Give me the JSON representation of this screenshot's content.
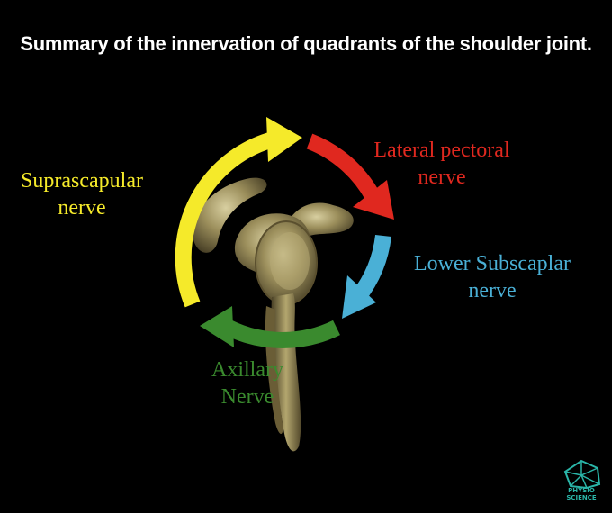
{
  "title": "Summary of the innervation of quadrants of the shoulder joint.",
  "quadrants": [
    {
      "nerve": "Suprascapular nerve",
      "lines": [
        "Suprascapular",
        "nerve"
      ],
      "color": "#f5ea2a"
    },
    {
      "nerve": "Lateral pectoral nerve",
      "lines": [
        "Lateral pectoral",
        "nerve"
      ],
      "color": "#e0281f"
    },
    {
      "nerve": "Lower Subscaplar nerve",
      "lines": [
        "Lower Subscaplar",
        "nerve"
      ],
      "color": "#4ab0d6"
    },
    {
      "nerve": "Axillary Nerve",
      "lines": [
        "Axillary",
        "Nerve"
      ],
      "color": "#3a8a2e"
    }
  ],
  "logo": {
    "icon": "physio-science-logo-icon",
    "text": [
      "PHYSIO",
      "SCIENCE"
    ]
  }
}
